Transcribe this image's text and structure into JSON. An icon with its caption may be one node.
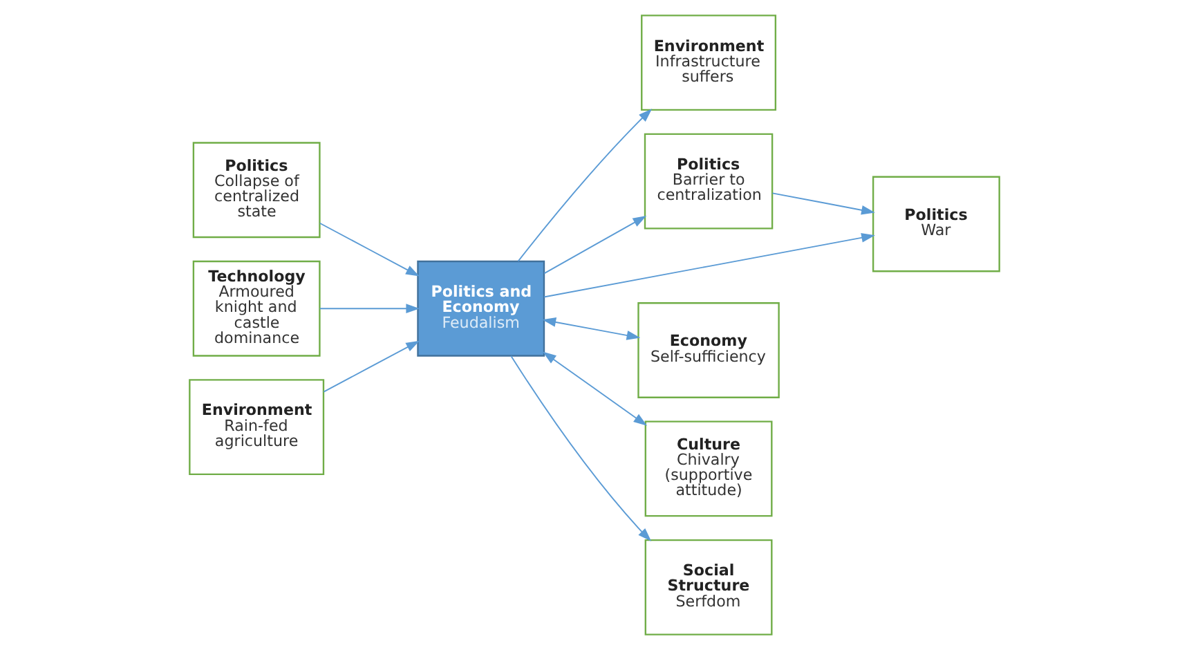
{
  "diagram": {
    "nodes": [
      {
        "text": [
          "Environment",
          "Infrastructure suffers"
        ]
      },
      {
        "text": [
          "Politics and Economy",
          "Feudalism"
        ]
      },
      {
        "text": [
          "Politics",
          "Collapse of centralized state"
        ]
      },
      {
        "text": [
          "Politics",
          "Barrier to centralization"
        ]
      },
      {
        "text": [
          "Politics",
          "War"
        ]
      },
      {
        "text": [
          "Technology",
          "Armoured knight and castle dominance"
        ]
      },
      {
        "text": [
          "Environment",
          "Rain-fed agriculture"
        ]
      },
      {
        "text": [
          "Economy",
          "Self-sufficiency"
        ]
      },
      {
        "text": [
          "Culture",
          "Chivalry (supportive attitude)"
        ]
      },
      {
        "text": [
          "Social Structure",
          "Serfdom"
        ]
      }
    ],
    "edges": [
      {
        "from": 2,
        "to": 1,
        "arrow": "to"
      },
      {
        "from": 6,
        "to": 1,
        "arrow": "to"
      },
      {
        "from": 5,
        "to": 1,
        "arrow": "to"
      },
      {
        "from": 1,
        "to": 7,
        "arrow": "both"
      },
      {
        "from": 1,
        "to": 8,
        "arrow": "both"
      },
      {
        "from": 1,
        "to": 3,
        "arrow": "to"
      },
      {
        "from": 1,
        "to": 0,
        "arrow": "to"
      },
      {
        "from": 3,
        "to": 4,
        "arrow": "to"
      },
      {
        "from": 1,
        "to": 4,
        "arrow": "to"
      },
      {
        "from": 1,
        "to": 9,
        "arrow": "to"
      }
    ]
  }
}
